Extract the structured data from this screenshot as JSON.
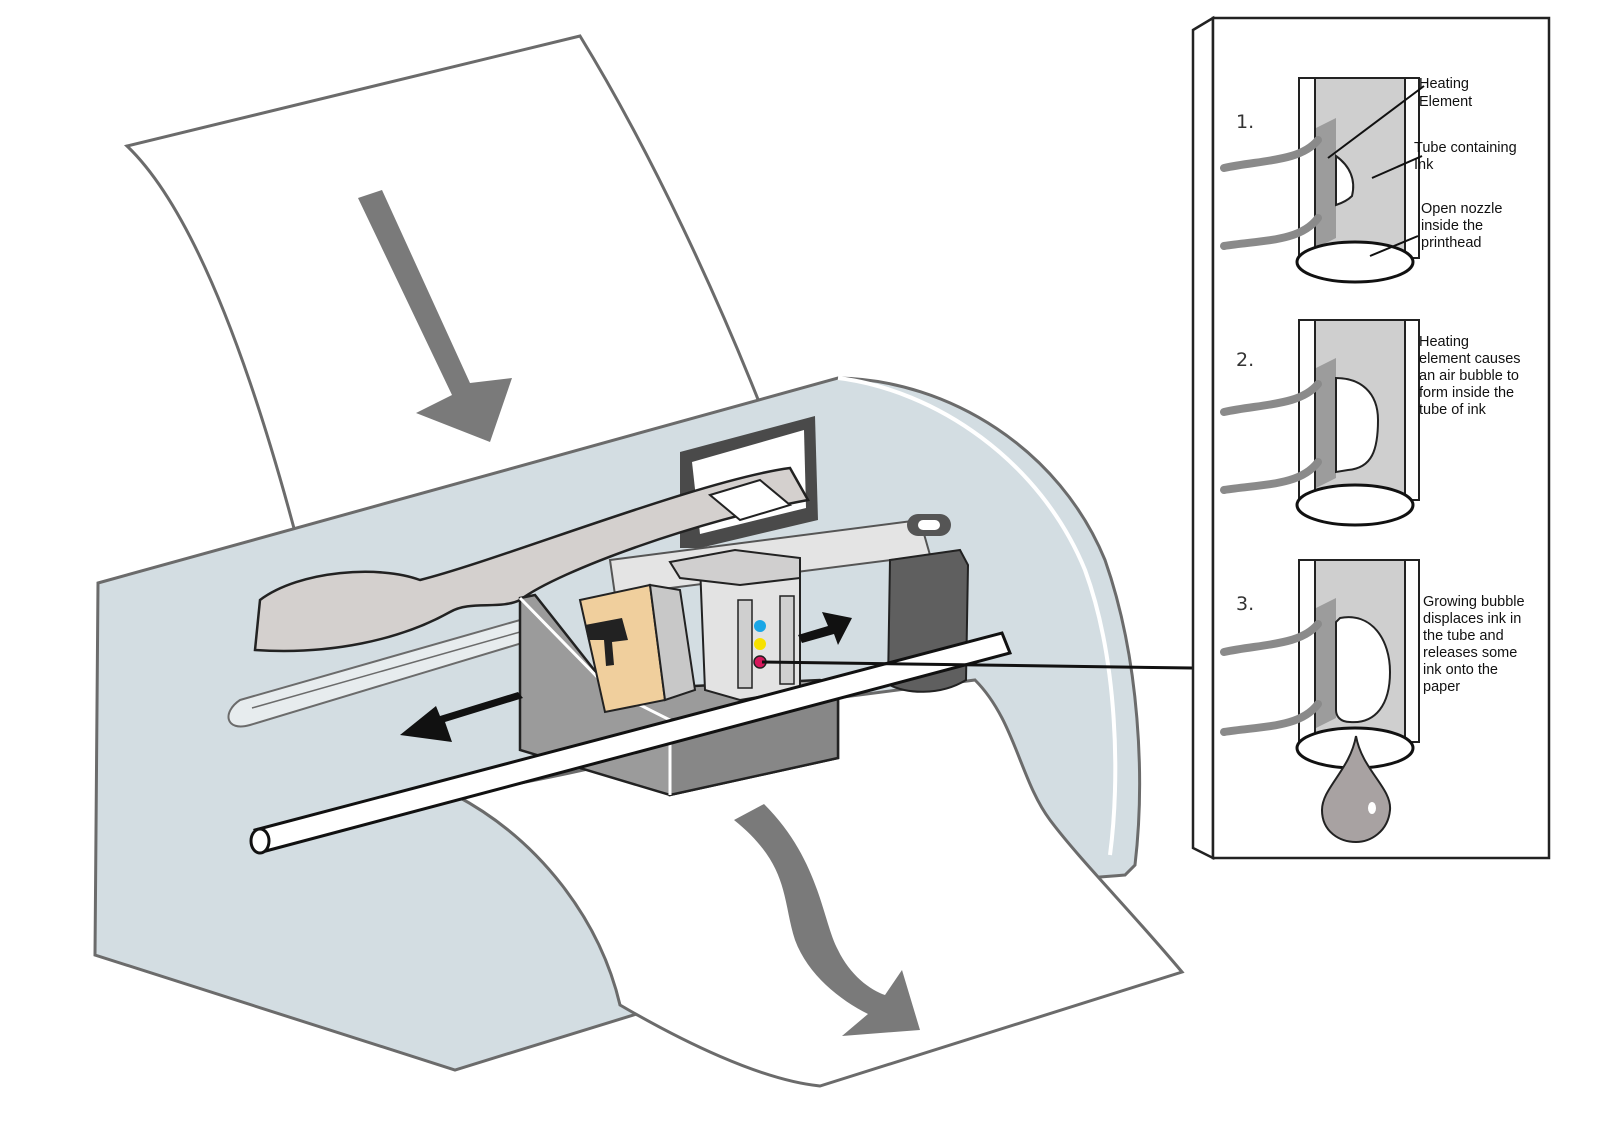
{
  "colors": {
    "printer_body": "#d3dde2",
    "outline": "#6b6b6b",
    "paper": "#ffffff",
    "arrow_gray": "#7a7a7a",
    "carriage_gray": "#9b9b9b",
    "tube_gray": "#cfcfcf",
    "element_gray": "#9c9c9c",
    "cartridge_tan": "#f0cf9d",
    "ink_cyan": "#1aa6e6",
    "ink_yellow": "#f7e100",
    "ink_magenta": "#d6175b"
  },
  "steps": [
    {
      "number": "1.",
      "labels": [
        {
          "lines": [
            "Heating",
            "Element"
          ]
        },
        {
          "lines": [
            "Tube containing",
            "Ink"
          ]
        },
        {
          "lines": [
            "Open nozzle",
            "inside the",
            "printhead"
          ]
        }
      ]
    },
    {
      "number": "2.",
      "labels": [
        {
          "lines": [
            "Heating",
            "element causes",
            "an air bubble to",
            "form inside the",
            "tube of ink"
          ]
        }
      ]
    },
    {
      "number": "3.",
      "labels": [
        {
          "lines": [
            "Growing bubble",
            "displaces ink in",
            "the tube and",
            "releases some",
            "ink onto the",
            "paper"
          ]
        }
      ]
    }
  ]
}
